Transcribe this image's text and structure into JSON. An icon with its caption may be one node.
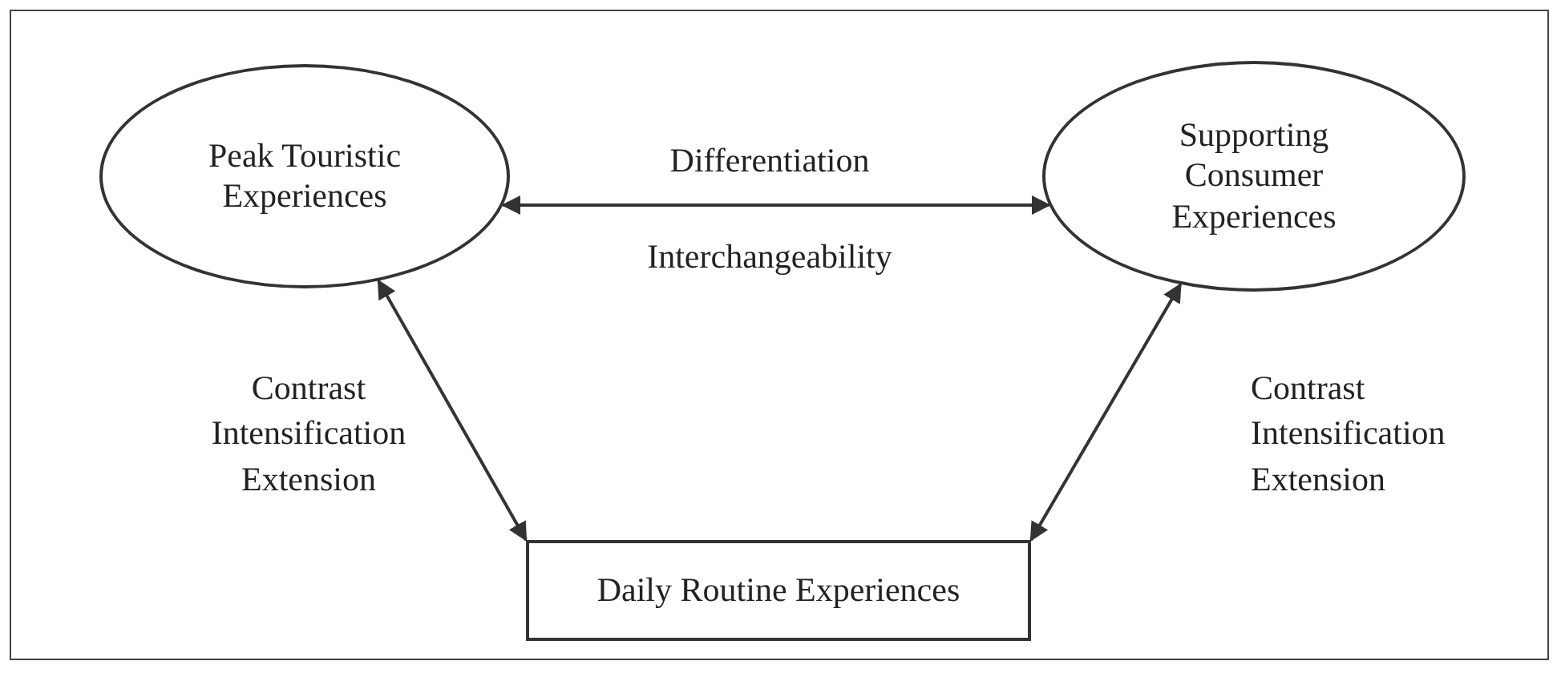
{
  "diagram": {
    "nodes": [
      {
        "text": [
          "Peak Touristic Experiences"
        ]
      },
      {
        "text": [
          "Supporting Consumer Experiences"
        ]
      },
      {
        "text": [
          "Daily Routine Experiences"
        ]
      }
    ],
    "edges": [
      {
        "from": 0,
        "to": 1,
        "arrow": "both",
        "label": "Differentiation"
      },
      {
        "from": 0,
        "to": 2,
        "arrow": "both",
        "label": "Contrast Intensification Extension"
      },
      {
        "from": 1,
        "to": 2,
        "arrow": "both",
        "label": "Contrast Intensification Extension"
      }
    ],
    "labels": [
      "Interchangeability"
    ]
  }
}
